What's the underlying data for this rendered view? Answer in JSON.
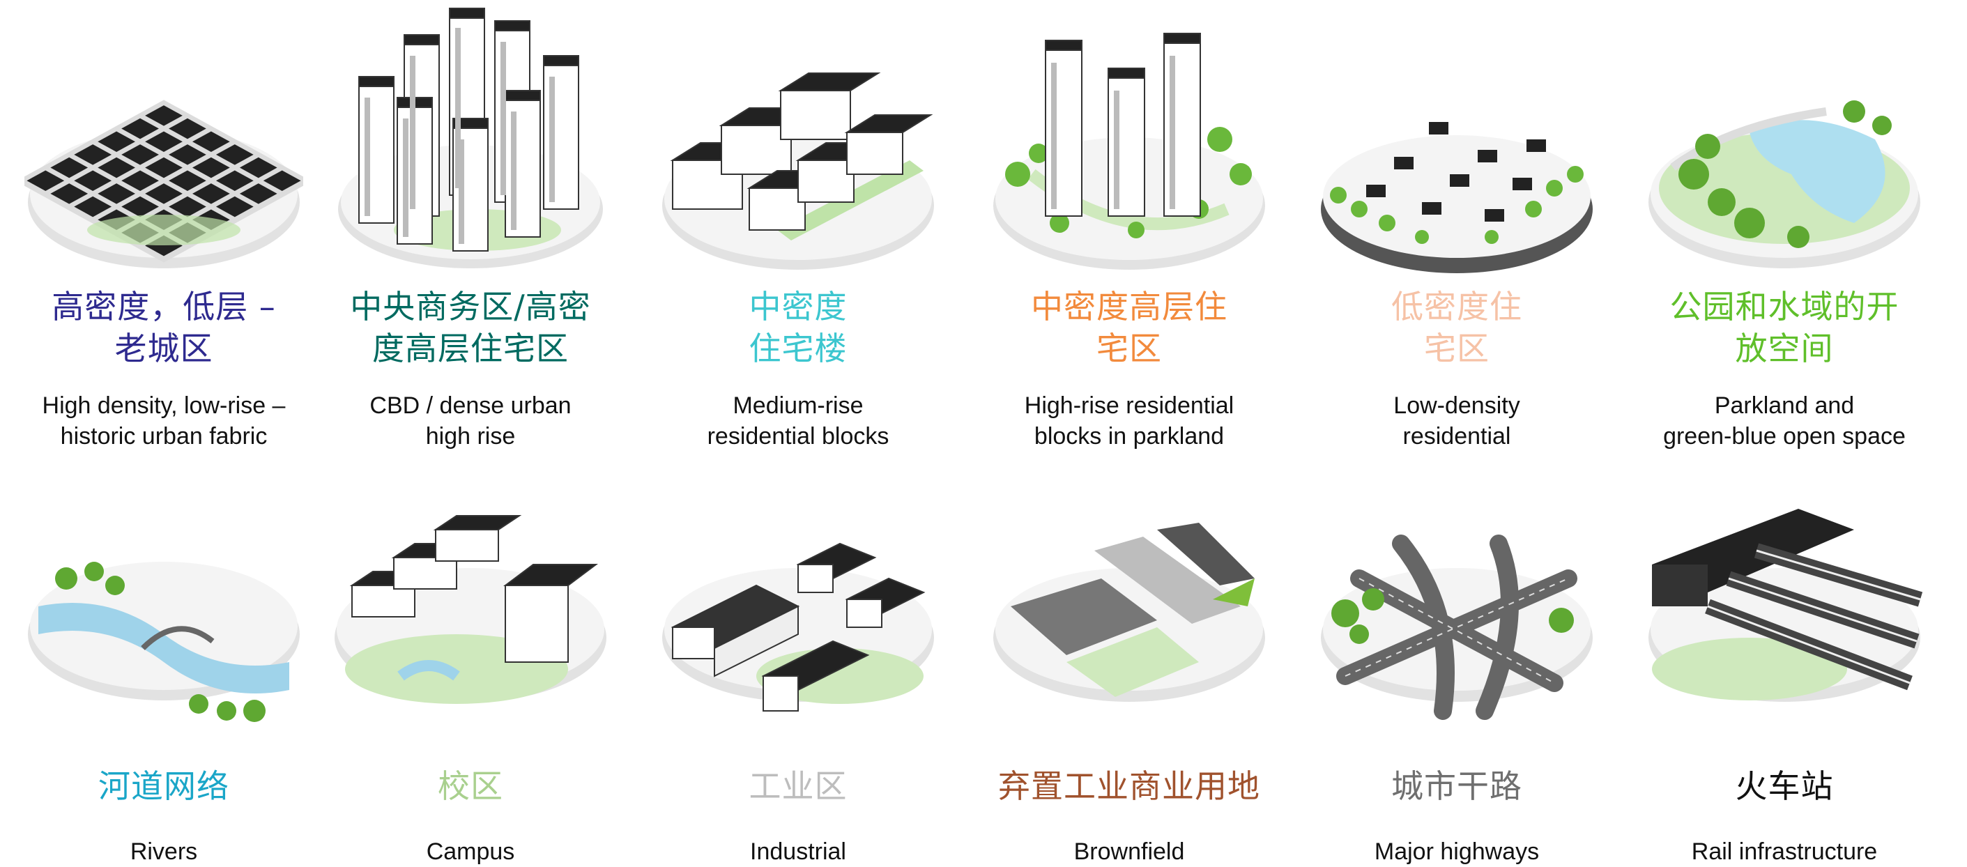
{
  "tiles": [
    {
      "cn": "高密度，低层 –\n老城区",
      "en": "High density, low-rise –\nhistoric urban fabric",
      "cn_color": "#2e2a8f",
      "icon": "low-rise-grid-icon"
    },
    {
      "cn": "中央商务区/高密\n度高层住宅区",
      "en": "CBD / dense urban\nhigh rise",
      "cn_color": "#006a60",
      "icon": "cbd-towers-icon"
    },
    {
      "cn": "中密度\n住宅楼",
      "en": "Medium-rise\nresidential blocks",
      "cn_color": "#3cc6cf",
      "icon": "medium-rise-blocks-icon"
    },
    {
      "cn": "中密度高层住\n宅区",
      "en": "High-rise residential\nblocks in parkland",
      "cn_color": "#f28a3c",
      "icon": "parkland-towers-icon"
    },
    {
      "cn": "低密度住\n宅区",
      "en": "Low-density\nresidential",
      "cn_color": "#f6c2a6",
      "icon": "houses-icon"
    },
    {
      "cn": "公园和水域的开\n放空间",
      "en": "Parkland and\ngreen-blue open space",
      "cn_color": "#5fbf2a",
      "icon": "park-lake-icon"
    },
    {
      "cn": "河道网络",
      "en": "Rivers",
      "cn_color": "#1aa6c8",
      "icon": "river-bridge-icon"
    },
    {
      "cn": "校区",
      "en": "Campus",
      "cn_color": "#a9d08e",
      "icon": "campus-icon"
    },
    {
      "cn": "工业区",
      "en": "Industrial",
      "cn_color": "#bdbdbd",
      "icon": "factory-icon"
    },
    {
      "cn": "弃置工业商业用地",
      "en": "Brownfield",
      "cn_color": "#a0522d",
      "icon": "brownfield-icon"
    },
    {
      "cn": "城市干路",
      "en": "Major highways",
      "cn_color": "#6f6f6f",
      "icon": "highway-interchange-icon"
    },
    {
      "cn": "火车站",
      "en": "Rail infrastructure",
      "cn_color": "#111111",
      "icon": "rail-station-icon"
    }
  ]
}
